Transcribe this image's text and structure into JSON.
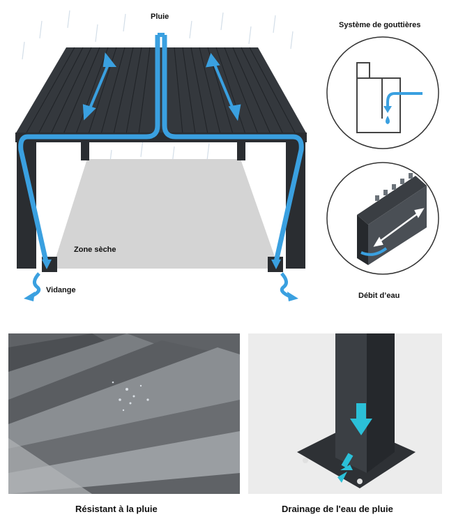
{
  "top_diagram": {
    "rain_label": "Pluie",
    "dry_zone_label": "Zone sèche",
    "drain_label": "Vidange"
  },
  "details": {
    "gutter_system_label": "Système de gouttières",
    "water_flow_label": "Débit d’eau"
  },
  "photos": {
    "rain_resistant_caption": "Résistant à la pluie",
    "rain_drainage_caption": "Drainage de l'eau de pluie"
  },
  "colors": {
    "water_arrow": "#3aa0e0",
    "roof": "#34383d",
    "frame": "#2a2d31",
    "dry_zone": "#d4d4d4",
    "outlet_arrow": "#2bc0d8"
  }
}
